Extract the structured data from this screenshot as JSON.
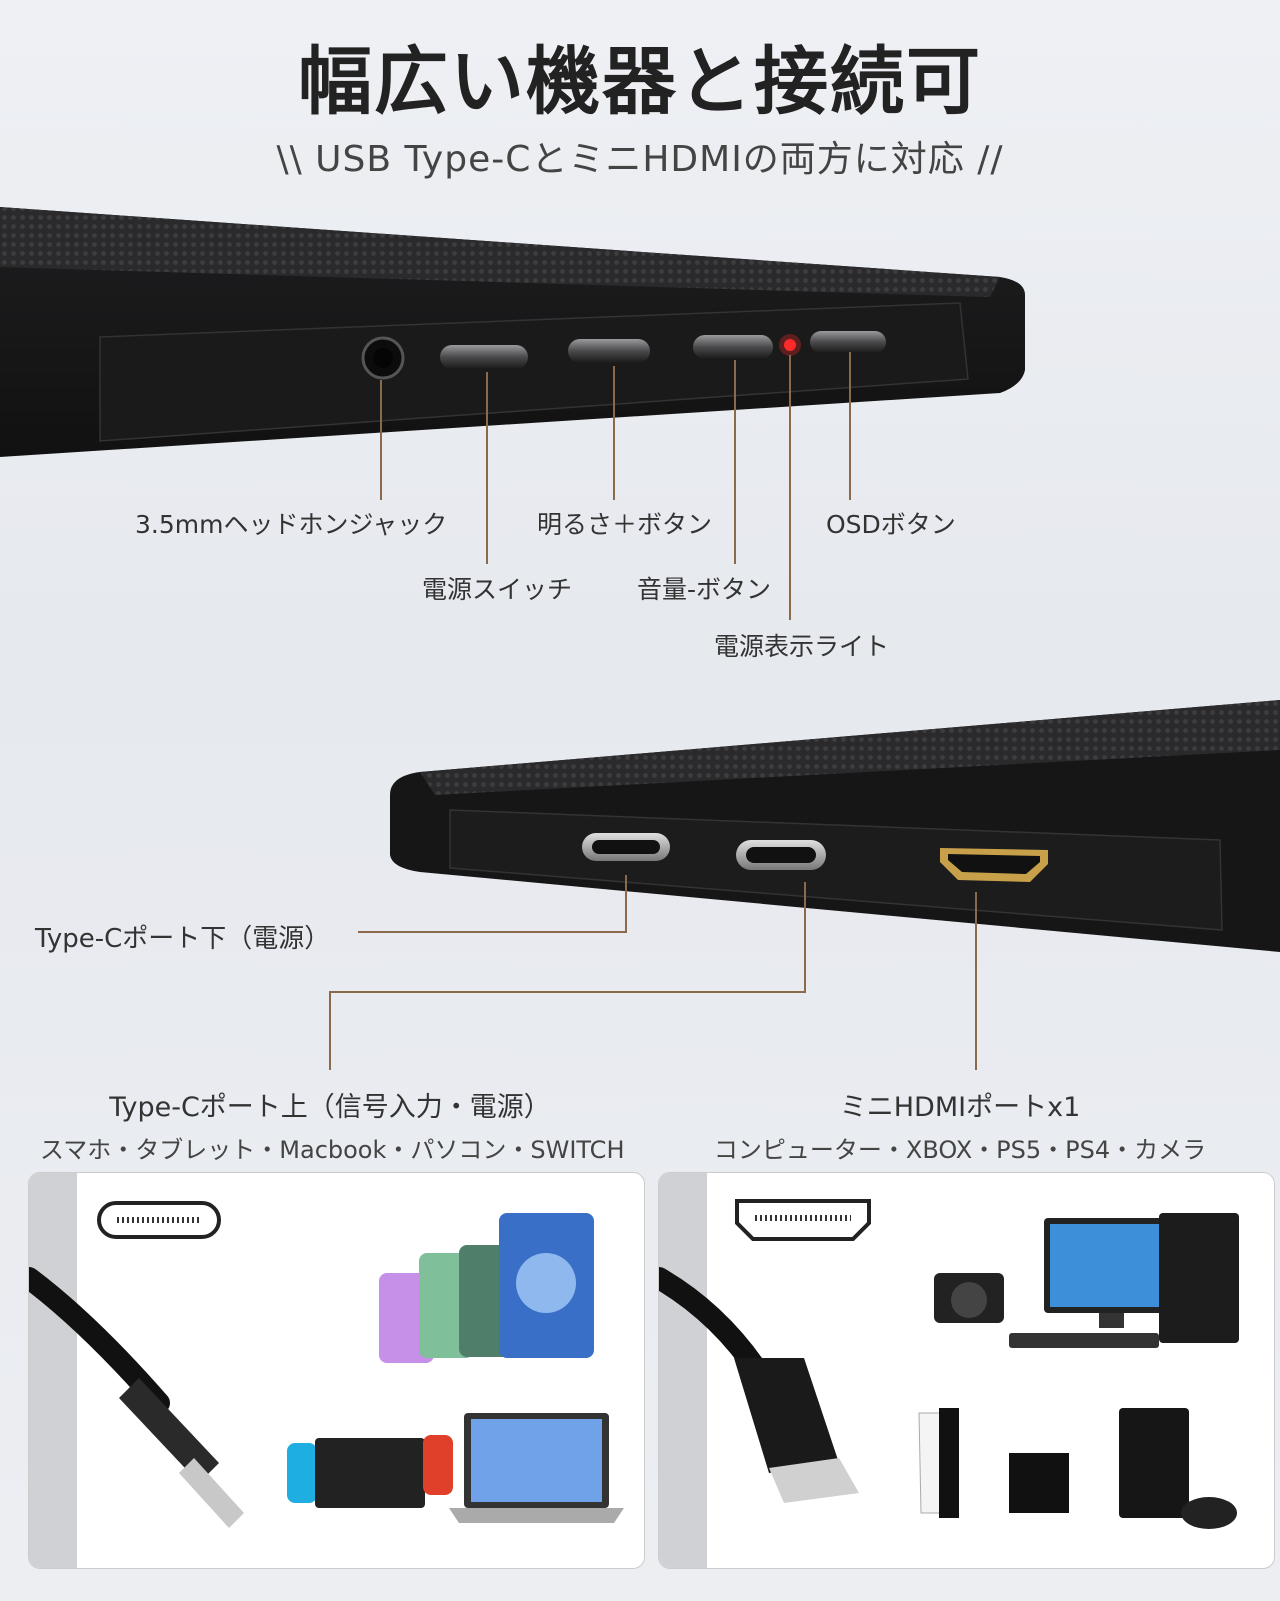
{
  "title": "幅広い機器と接続可",
  "subtitle": "\\\\ USB Type-CとミニHDMIの両方に対応 //",
  "top_labels": {
    "headphone": "3.5mmヘッドホンジャック",
    "power_switch": "電源スイッチ",
    "brightness": "明るさ＋ボタン",
    "volume": "音量-ボタン",
    "power_light": "電源表示ライト",
    "osd": "OSDボタン"
  },
  "bottom_labels": {
    "typec_lower": "Type-Cポート下（電源）",
    "typec_upper": "Type-Cポート上（信号入力・電源）",
    "typec_upper_devices": "スマホ・タブレット・Macbook・パソコン・SWITCH",
    "mini_hdmi": "ミニHDMIポートx1",
    "mini_hdmi_devices": "コンピューター・XBOX・PS5・PS4・カメラ"
  },
  "colors": {
    "accent_line": "#8a6a4a",
    "led": "#ff2a2a",
    "hdmi_gold": "#c9a04a"
  }
}
